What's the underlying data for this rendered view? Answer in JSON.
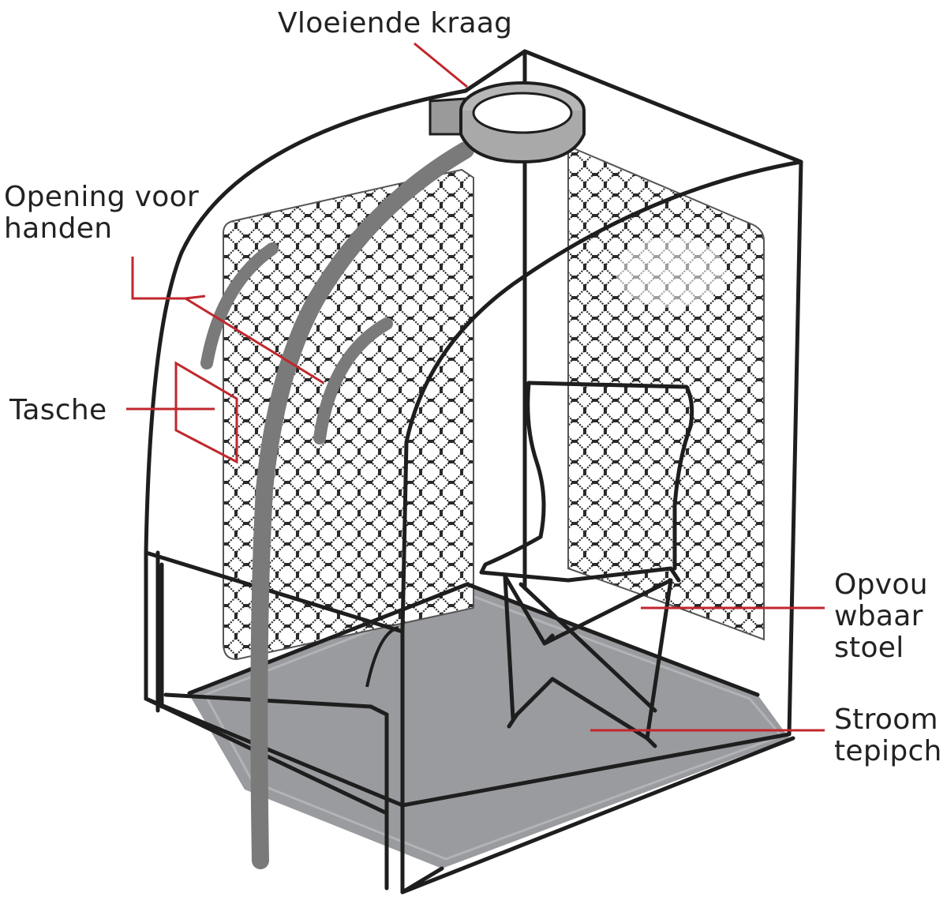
{
  "labels": {
    "collar": "Vloeiende kraag",
    "hand_opening": [
      "Opening voor",
      "handen"
    ],
    "pocket": "Tasche",
    "chair": [
      "Opvou",
      "wbaar",
      "stoel"
    ],
    "mat": [
      "Stroom",
      "tepipch"
    ]
  },
  "colors": {
    "outline": "#1e1e1e",
    "leader_line": "#c0272d",
    "tube": "#7a7a7a",
    "mat": "#9a9b9f",
    "lattice": "#2a2a2a",
    "collar_ring": "#b7b7b7"
  }
}
